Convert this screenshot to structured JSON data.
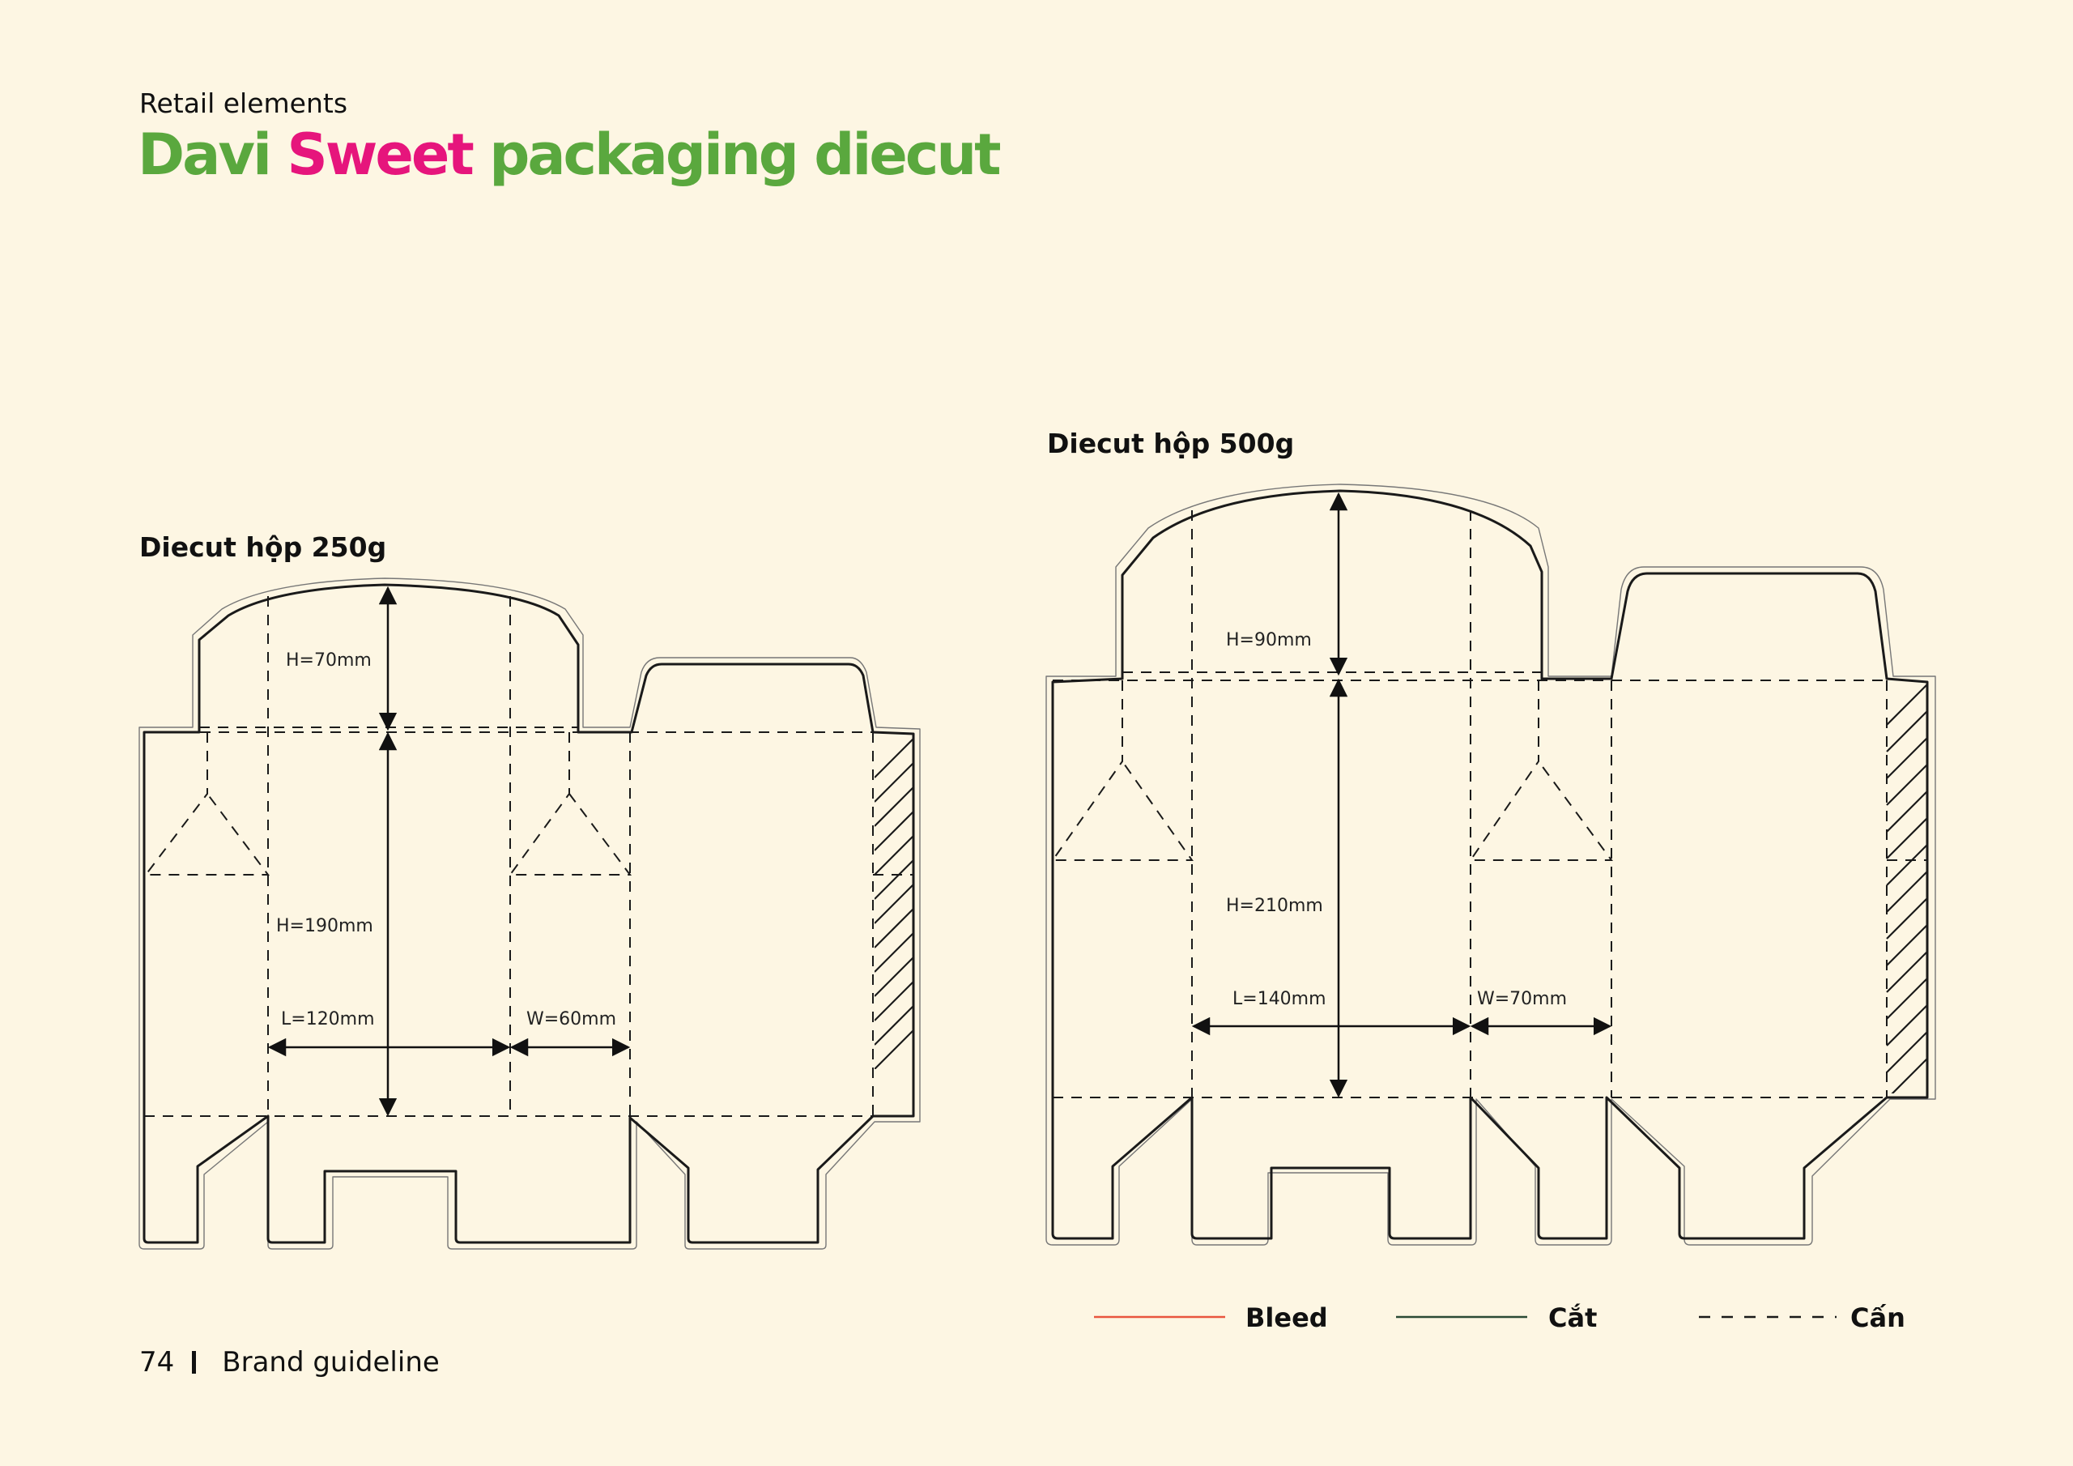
{
  "header": {
    "eyebrow": "Retail elements",
    "title_part1": "Davi ",
    "title_part2": "Sweet",
    "title_part3": " packaging diecut",
    "brand_green": "#5aa83e",
    "brand_pink": "#e6157c"
  },
  "diecut_250": {
    "caption": "Diecut hộp 250g",
    "dim_h_top": "H=70mm",
    "dim_h_body": "H=190mm",
    "dim_l": "L=120mm",
    "dim_w": "W=60mm"
  },
  "diecut_500": {
    "caption": "Diecut hộp 500g",
    "dim_h_top": "H=90mm",
    "dim_h_body": "H=210mm",
    "dim_l": "L=140mm",
    "dim_w": "W=70mm"
  },
  "legend": {
    "bleed": "Bleed",
    "cut": "Cắt",
    "fold": "Cấn",
    "bleed_color": "#e8553e",
    "cut_color": "#2a4a35"
  },
  "footer": {
    "page_number": "74",
    "label": "Brand guideline"
  }
}
